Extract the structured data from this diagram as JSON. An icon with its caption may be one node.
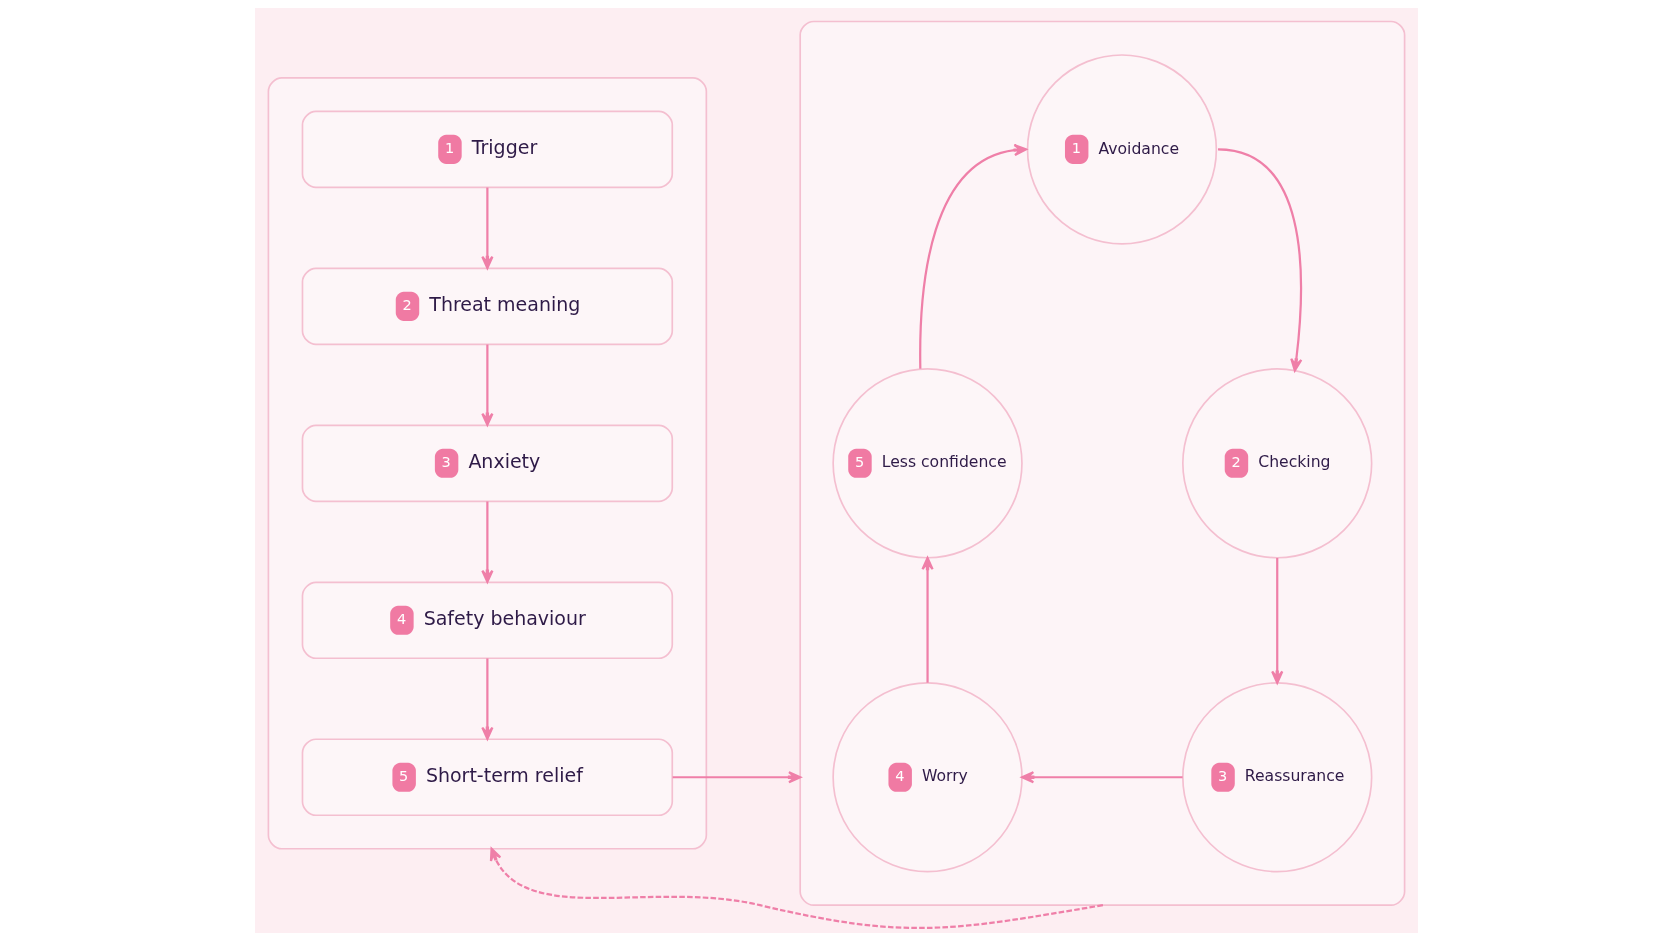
{
  "diagram": {
    "nodes": [
      {
        "text": [],
        "shape": "box"
      },
      {
        "text": [
          "1",
          "Trigger"
        ],
        "in": 0
      },
      {
        "text": [
          "2",
          "Threat meaning"
        ],
        "in": 0
      },
      {
        "text": [
          "3",
          "Anxiety"
        ],
        "in": 0
      },
      {
        "text": [
          "4",
          "Safety behaviour"
        ],
        "in": 0
      },
      {
        "text": [
          "5",
          "Short-term relief"
        ],
        "in": 0
      },
      {
        "text": [],
        "shape": "box"
      },
      {
        "text": [
          "1",
          "Avoidance"
        ],
        "in": 6
      },
      {
        "text": [
          "2",
          "Checking"
        ],
        "in": 6
      },
      {
        "text": [
          "3",
          "Reassurance"
        ],
        "in": 6
      },
      {
        "text": [
          "4",
          "Worry"
        ],
        "in": 6
      },
      {
        "text": [
          "5",
          "Less confidence"
        ],
        "in": 6
      }
    ],
    "edges": [
      {
        "from": 1,
        "to": 2,
        "arrow": "to"
      },
      {
        "from": 2,
        "to": 3,
        "arrow": "to"
      },
      {
        "from": 3,
        "to": 4,
        "arrow": "to"
      },
      {
        "from": 4,
        "to": 5,
        "arrow": "to"
      },
      {
        "from": 5,
        "to": 6,
        "arrow": "to"
      },
      {
        "from": 7,
        "to": 8,
        "arrow": "to"
      },
      {
        "from": 8,
        "to": 9,
        "arrow": "to"
      },
      {
        "from": 9,
        "to": 10,
        "arrow": "to"
      },
      {
        "from": 10,
        "to": 11,
        "arrow": "to"
      },
      {
        "from": 11,
        "to": 7,
        "arrow": "to"
      },
      {
        "from": 6,
        "to": 0,
        "arrow": "to",
        "style": "dashed"
      }
    ]
  }
}
